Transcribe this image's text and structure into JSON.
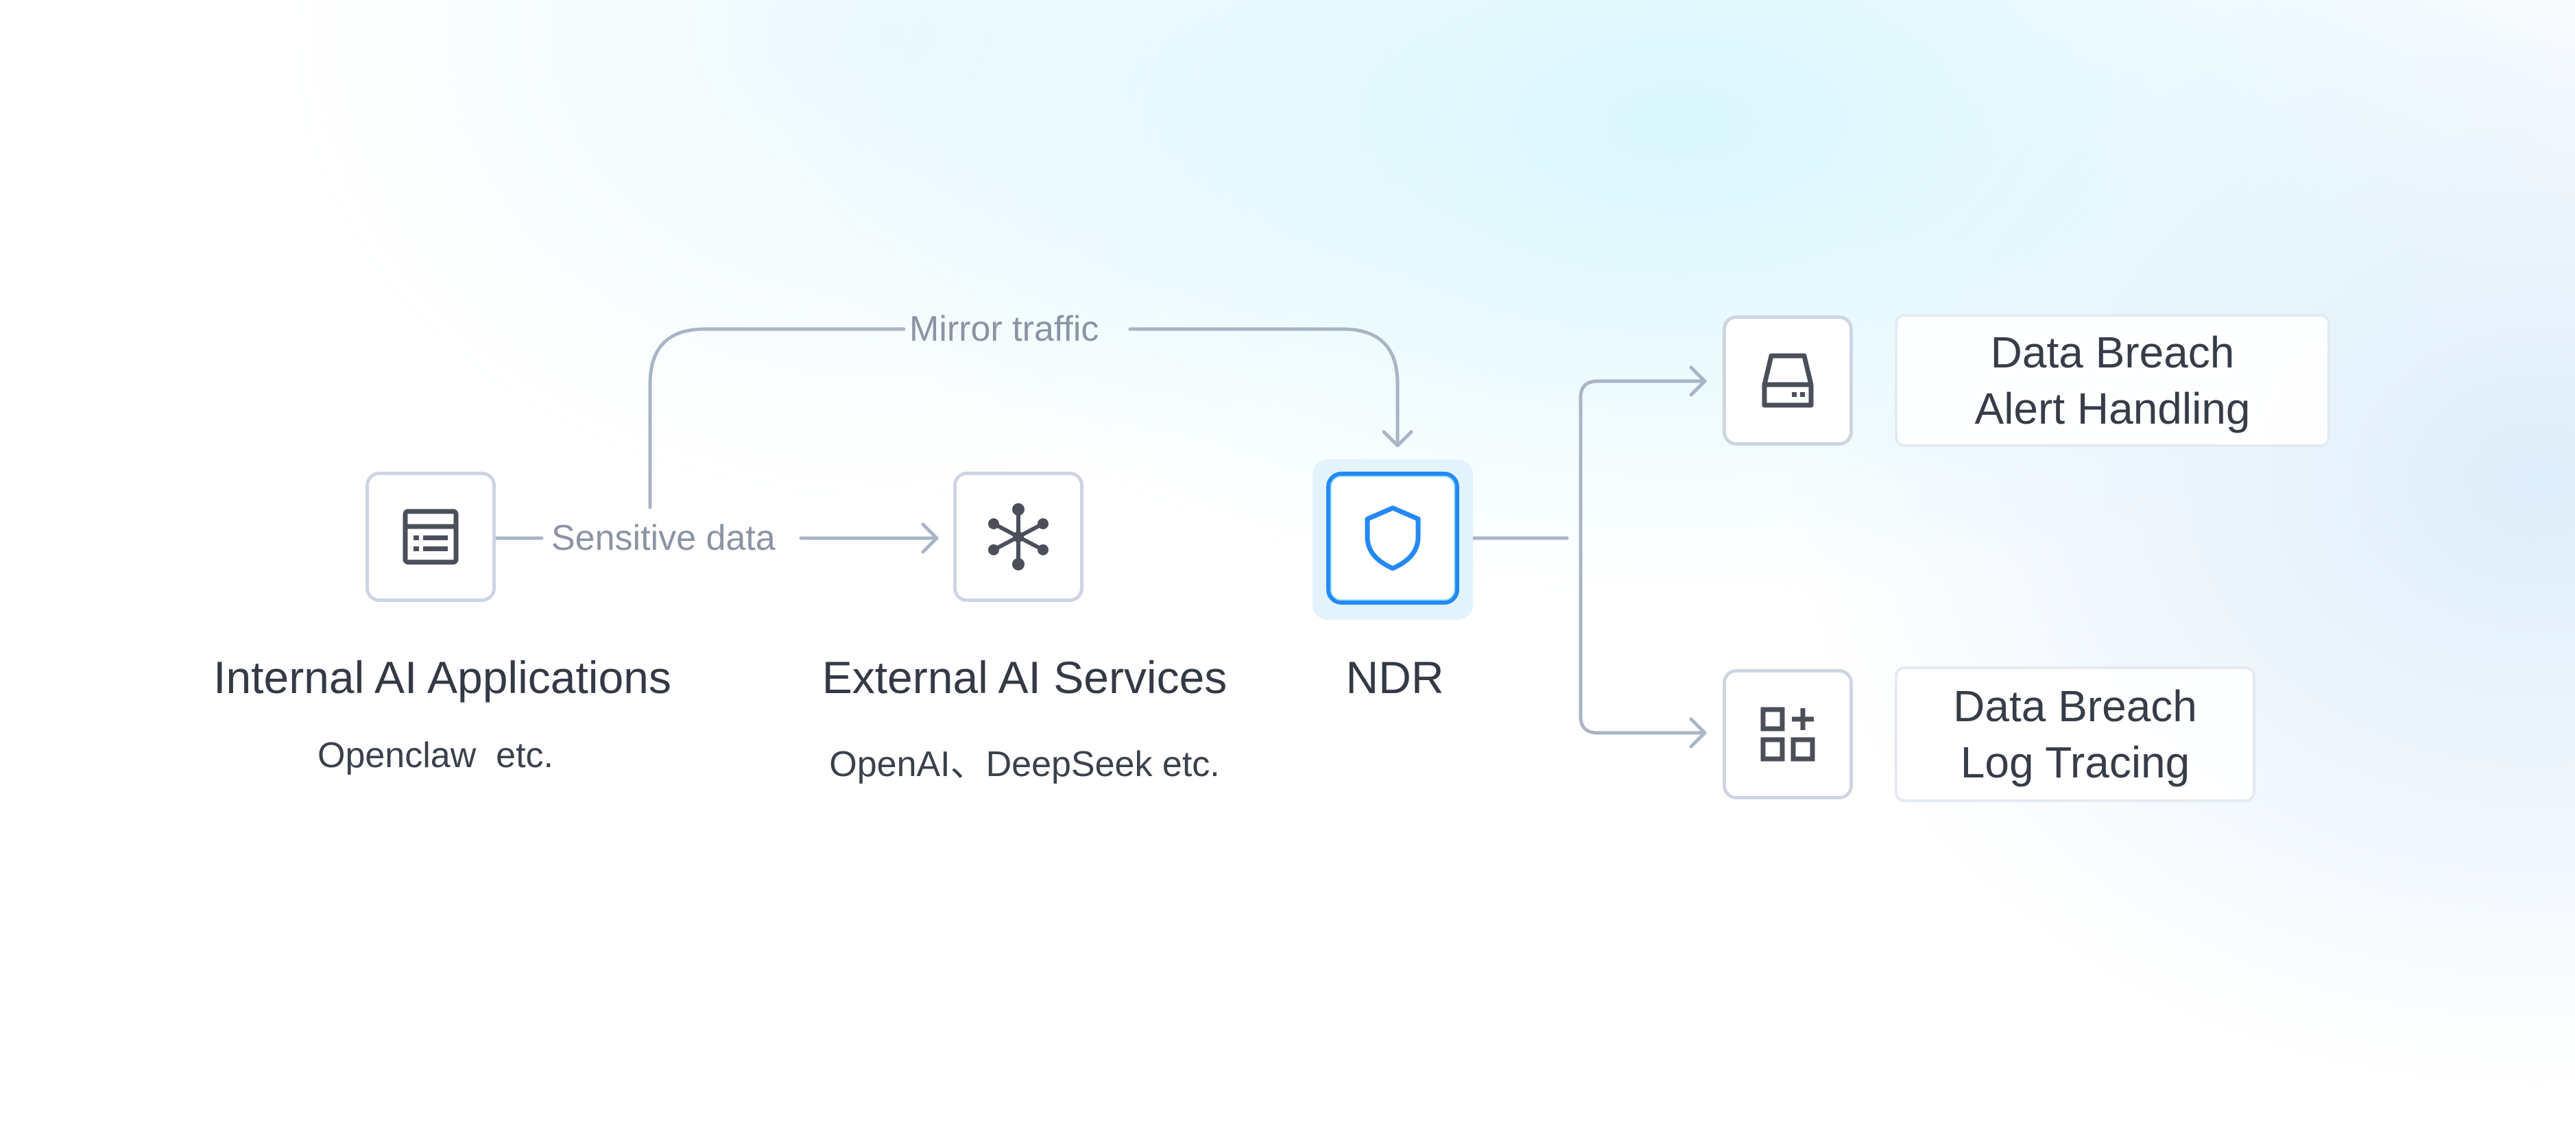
{
  "nodes": {
    "internal": {
      "title": "Internal AI Applications",
      "subtitle": "Openclaw  etc."
    },
    "external": {
      "title": "External AI Services",
      "subtitle": "OpenAI、DeepSeek etc."
    },
    "ndr": {
      "title": "NDR"
    }
  },
  "edges": {
    "sensitive": "Sensitive data",
    "mirror": "Mirror traffic"
  },
  "outputs": {
    "alert": {
      "line1": "Data Breach",
      "line2": "Alert Handling"
    },
    "log": {
      "line1": "Data Breach",
      "line2": "Log Tracing"
    }
  },
  "colors": {
    "connector": "#a9b4c6",
    "node_border": "#cdd5e2",
    "ndr_accent": "#2489f5",
    "icon": "#4a4f59"
  },
  "icons": {
    "internal": "document-list-icon",
    "external": "hub-network-icon",
    "ndr": "shield-icon",
    "alert": "hard-drive-icon",
    "log": "apps-add-icon"
  }
}
